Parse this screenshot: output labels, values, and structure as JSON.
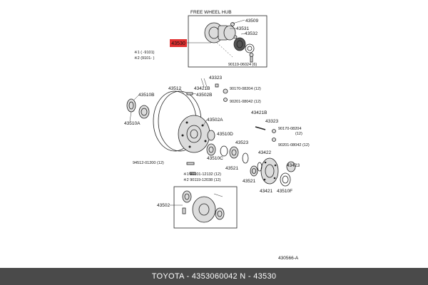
{
  "diagram": {
    "box_title": "FREE WHEEL HUB",
    "highlighted_part": "43530",
    "highlight_color": "#e03030",
    "diagram_code": "430566-A",
    "notes": [
      "※1 (       -9101)",
      "※2 (9101-       )"
    ],
    "labels": {
      "p43509": "43509",
      "p43531": "43531",
      "p43532": "43532",
      "p90119_06024": "90119-06024 (6)",
      "p43323_top": "43323",
      "p43421B_top": "43421B",
      "p43512": "43512",
      "p43502B": "43502B",
      "p90170_08204_top": "90170-08204 (12)",
      "p90201_08042_top": "90201-08042 (12)",
      "p43510B": "43510B",
      "p43510A": "43510A",
      "p43502A": "43502A",
      "p43510D": "43510D",
      "p43421B_right": "43421B",
      "p43323_right": "43323",
      "p90170_08204_right": "90170-08204",
      "p90170_08204_right_qty": "(12)",
      "p90201_08042_right": "90201-08042 (12)",
      "p43523": "43523",
      "p43510C": "43510C",
      "p94512_01200": "94512-01200 (12)",
      "p43521_a": "43521",
      "p43422": "43422",
      "p43521_b": "43521",
      "p43423": "43423",
      "p90101_12132": "※1 90101-12132 (12)",
      "p90119_12038": "※2 90119-12038 (12)",
      "p43421": "43421",
      "p43510F": "43510F",
      "p43502": "43502"
    }
  },
  "footer": {
    "text": "TOYOTA - 4353060042     N - 43530"
  }
}
